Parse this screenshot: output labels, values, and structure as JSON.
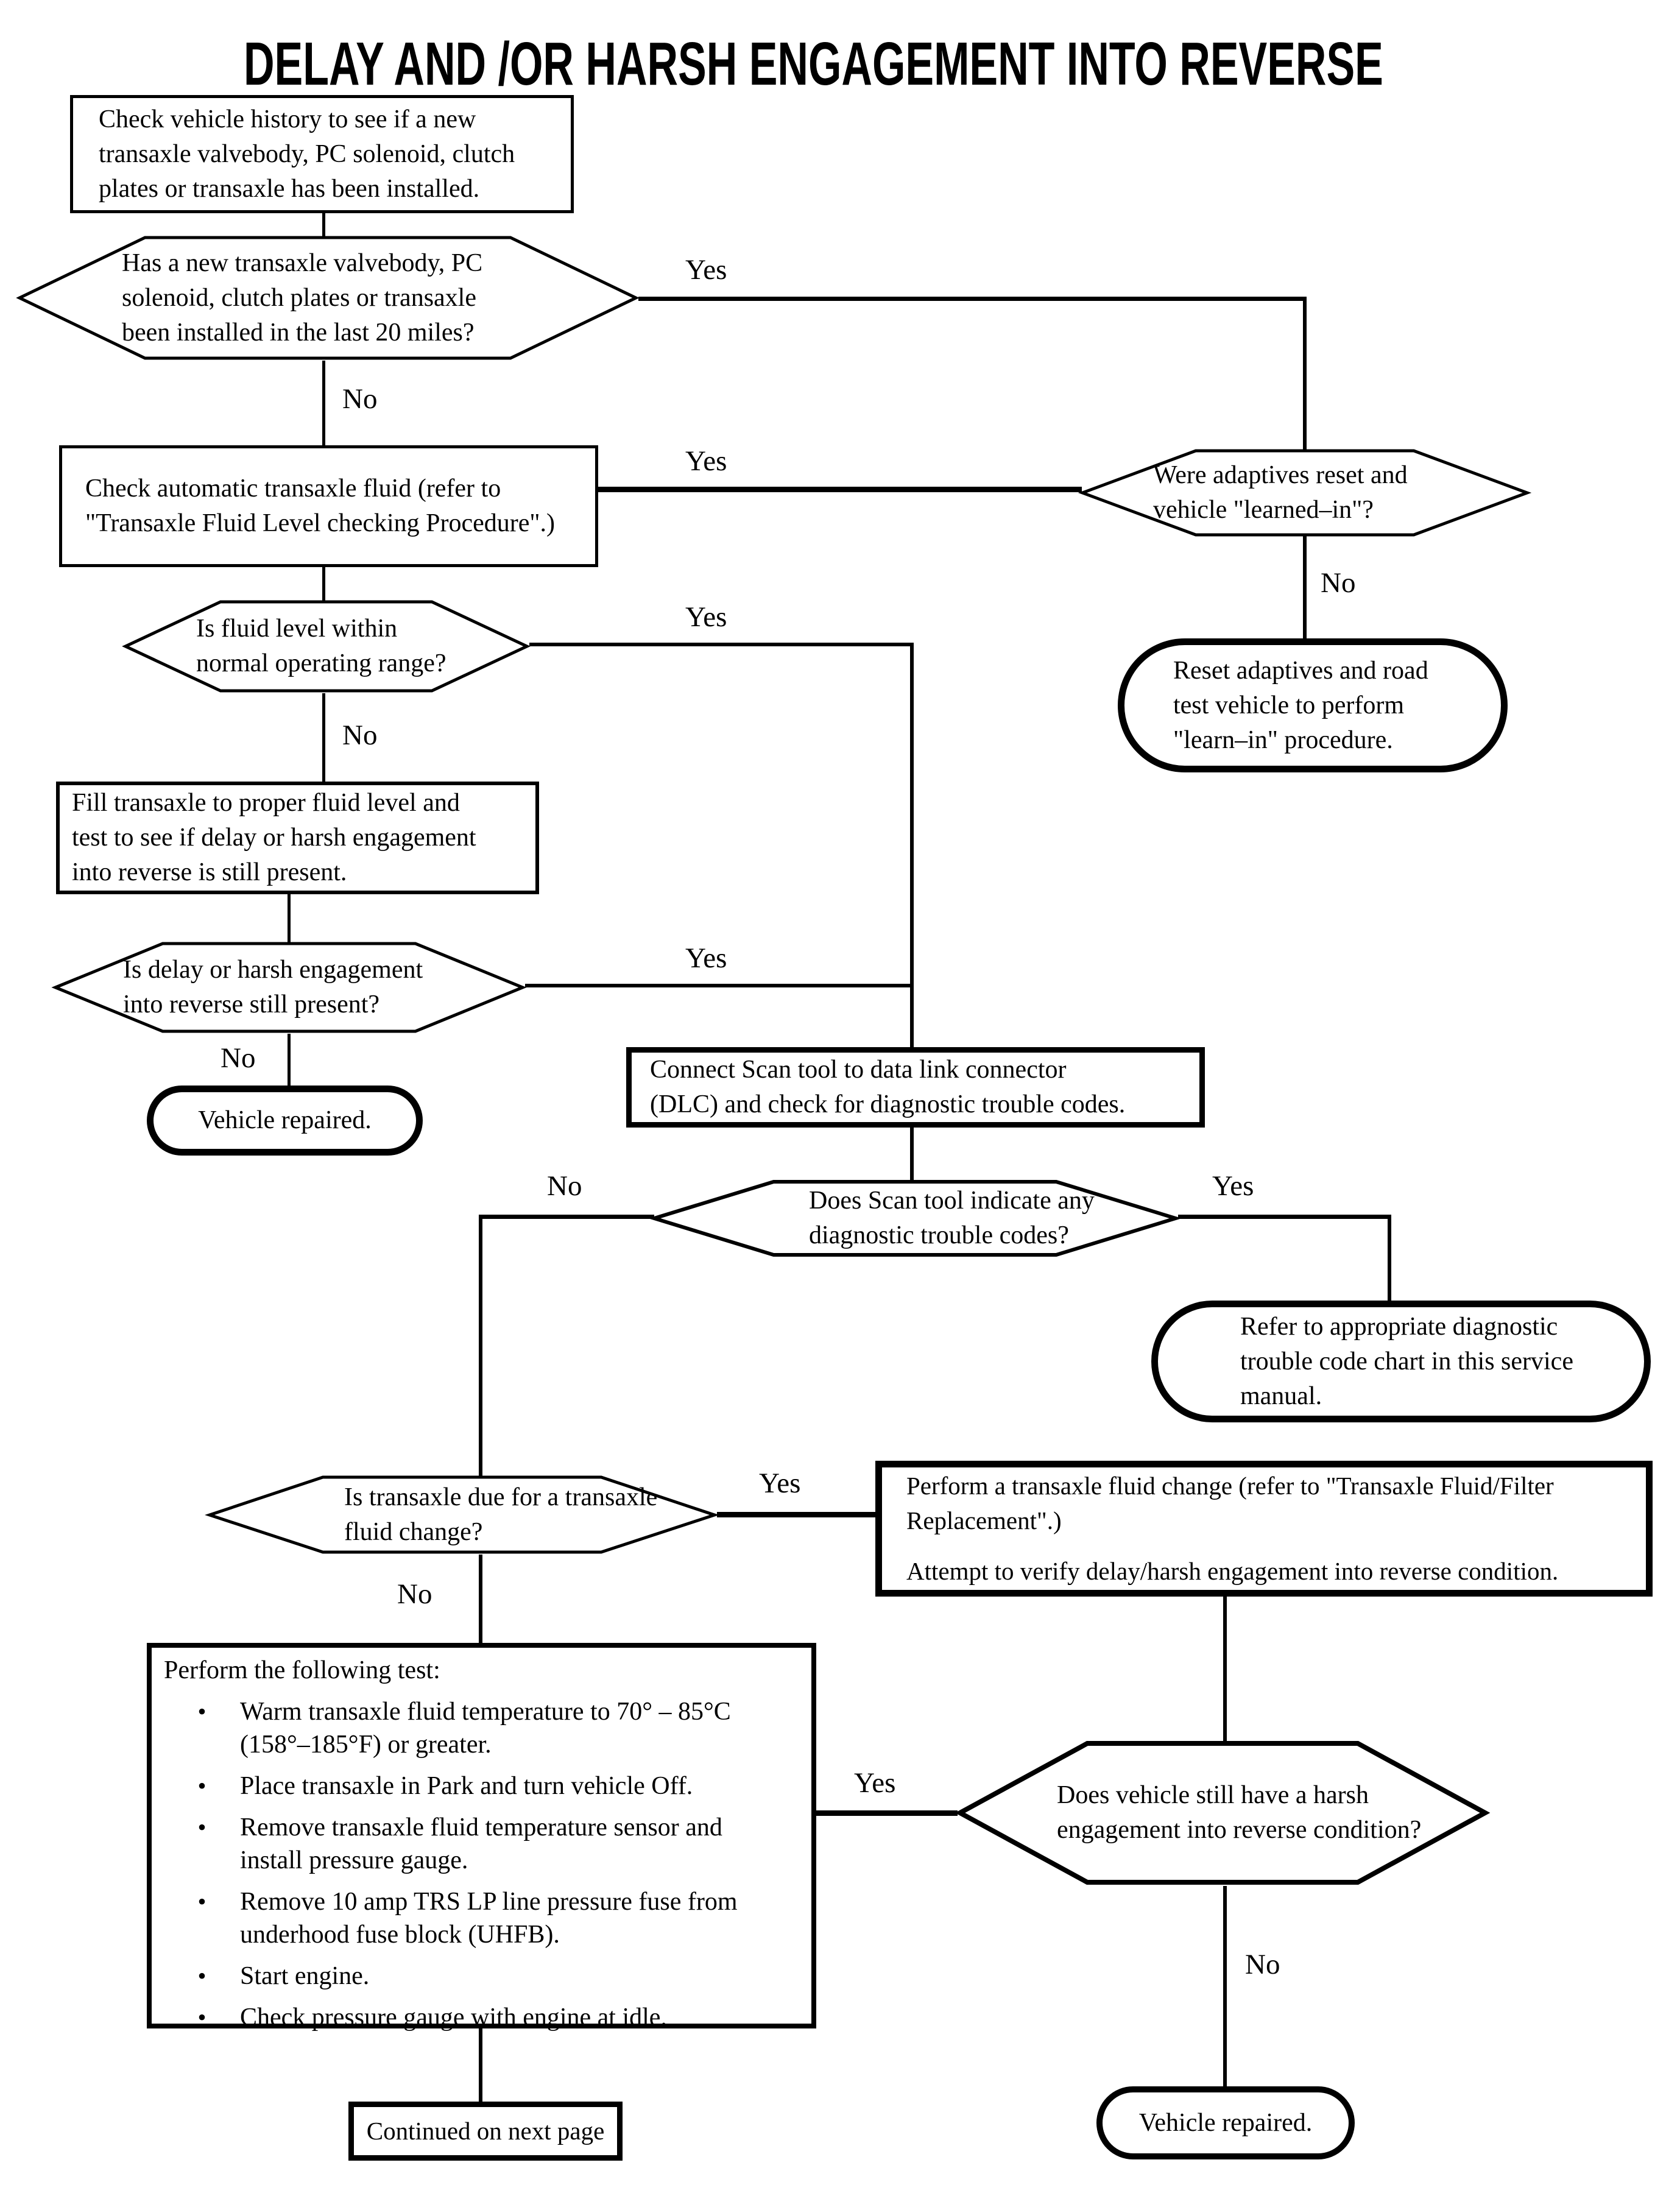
{
  "page": {
    "title": "DELAY AND /OR HARSH ENGAGEMENT INTO REVERSE"
  },
  "labels": {
    "yes": "Yes",
    "no": "No"
  },
  "nodes": {
    "check_history": {
      "text": "Check vehicle history to see if a new\ntransaxle valvebody, PC solenoid, clutch\nplates or transaxle has been installed."
    },
    "new_parts_q": {
      "text": "Has a new transaxle valvebody, PC\nsolenoid, clutch plates or transaxle\nbeen installed in the last 20 miles?"
    },
    "check_fluid": {
      "text": "Check automatic transaxle fluid (refer to\n\"Transaxle Fluid Level checking Procedure\".)"
    },
    "adaptives_q": {
      "text": "Were adaptives reset and\nvehicle \"learned–in\"?"
    },
    "reset_adaptives": {
      "text": "Reset adaptives and road\ntest vehicle to perform\n\"learn–in\" procedure."
    },
    "fluid_level_q": {
      "text": "Is fluid level within\nnormal operating range?"
    },
    "fill_transaxle": {
      "text": "Fill transaxle to proper fluid level and\ntest to see if delay or harsh engagement\ninto reverse is still present."
    },
    "delay_present_q": {
      "text": "Is delay or harsh engagement\ninto reverse still present?"
    },
    "vehicle_repaired_1": {
      "text": "Vehicle repaired."
    },
    "connect_scan": {
      "text": "Connect Scan tool to data link connector\n(DLC) and check for diagnostic trouble codes."
    },
    "scan_codes_q": {
      "text": "Does Scan tool indicate any\ndiagnostic trouble codes?"
    },
    "refer_dtc": {
      "text": "Refer to appropriate diagnostic\ntrouble code chart in this service\nmanual."
    },
    "fluid_change_q": {
      "text": "Is transaxle due for a transaxle\nfluid change?"
    },
    "perform_fluid_change": {
      "text1": "Perform a transaxle fluid change (refer to \"Transaxle Fluid/Filter\nReplacement\".)",
      "text2": "Attempt to verify delay/harsh engagement into reverse condition."
    },
    "perform_test": {
      "intro": "Perform the following test:",
      "bullet_glyph": "•",
      "bullets": [
        "Warm transaxle fluid temperature to 70° – 85°C\n(158°–185°F) or greater.",
        "Place transaxle in Park and turn vehicle Off.",
        "Remove transaxle fluid temperature sensor and\ninstall pressure gauge.",
        "Remove 10 amp TRS LP line pressure fuse from\nunderhood fuse block (UHFB).",
        "Start engine.",
        "Check pressure gauge with engine at idle."
      ]
    },
    "harsh_condition_q": {
      "text": "Does vehicle still have a harsh\nengagement into reverse condition?"
    },
    "vehicle_repaired_2": {
      "text": "Vehicle repaired."
    },
    "continued": {
      "text": "Continued on next page"
    }
  }
}
